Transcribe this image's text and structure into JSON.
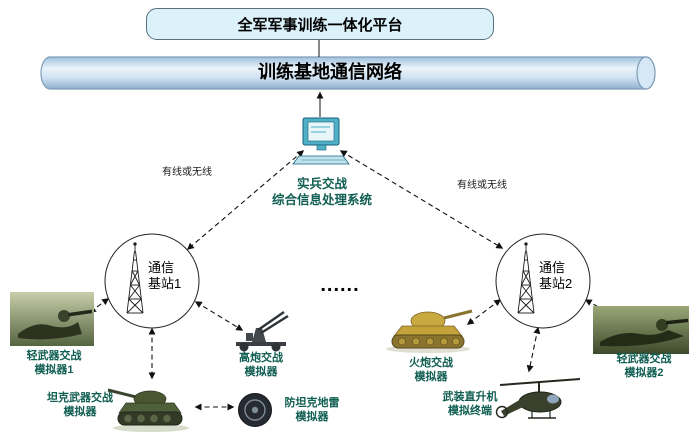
{
  "title_box": {
    "label": "全军军事训练一体化平台"
  },
  "network_bar": {
    "label": "训练基地通信网络"
  },
  "processor": {
    "label": "实兵交战\n综合信息处理系统"
  },
  "links": {
    "left_label": "有线或无线",
    "right_label": "有线或无线"
  },
  "stations": {
    "left_label": "通信\n基站1",
    "right_label": "通信\n基站2",
    "ellipsis": "......"
  },
  "simulators": {
    "light_weapon_1": "轻武器交战\n模拟器1",
    "tank_weapon": "坦克武器交战\n模拟器",
    "aa_gun": "高炮交战\n模拟器",
    "antitank_mine": "防坦克地雷\n模拟器",
    "artillery": "火炮交战\n模拟器",
    "helicopter": "武装直升机\n模拟终端",
    "light_weapon_2": "轻武器交战\n模拟器2"
  },
  "icons": {
    "processor": "desktop-computer-icon",
    "station": "lattice-tower-icon",
    "light_weapon_1": "soldier-photo",
    "tank_weapon": "tank-photo",
    "aa_gun": "antiaircraft-gun-photo",
    "antitank_mine": "mine-photo",
    "artillery": "artillery-tank-photo",
    "helicopter": "attack-helicopter-photo",
    "light_weapon_2": "soldier-photo"
  },
  "colors": {
    "title_fill": "#dcf2fb",
    "cylinder_fill": "#c9def1",
    "cylinder_edge": "#7f9db9",
    "label_teal": "#115e52",
    "line_color": "#111111"
  }
}
